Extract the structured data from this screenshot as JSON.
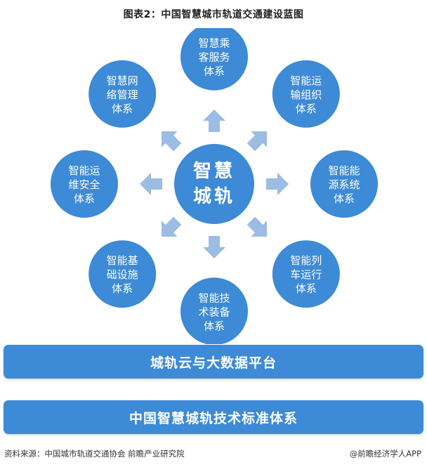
{
  "title": "图表2：中国智慧城市轨道交通建设蓝图",
  "center": {
    "line1": "智慧",
    "line2": "城轨"
  },
  "nodes": [
    {
      "lines": [
        "智慧乘",
        "客服务",
        "体系"
      ]
    },
    {
      "lines": [
        "智能运",
        "输组织",
        "体系"
      ]
    },
    {
      "lines": [
        "智能能",
        "源系统",
        "体系"
      ]
    },
    {
      "lines": [
        "智能列",
        "车运行",
        "体系"
      ]
    },
    {
      "lines": [
        "智能技",
        "术装备",
        "体系"
      ]
    },
    {
      "lines": [
        "智能基",
        "础设施",
        "体系"
      ]
    },
    {
      "lines": [
        "智能运",
        "维安全",
        "体系"
      ]
    },
    {
      "lines": [
        "智慧网",
        "络管理",
        "体系"
      ]
    }
  ],
  "platform_bar": "城轨云与大数据平台",
  "standard_bar": "中国智慧城轨技术标准体系",
  "source": "资料来源：中国城市轨道交通协会 前瞻产业研究院",
  "credit": "@前瞻经济学人APP",
  "colors": {
    "primary": "#3d8ad6",
    "arrow": "#9bbce3"
  }
}
